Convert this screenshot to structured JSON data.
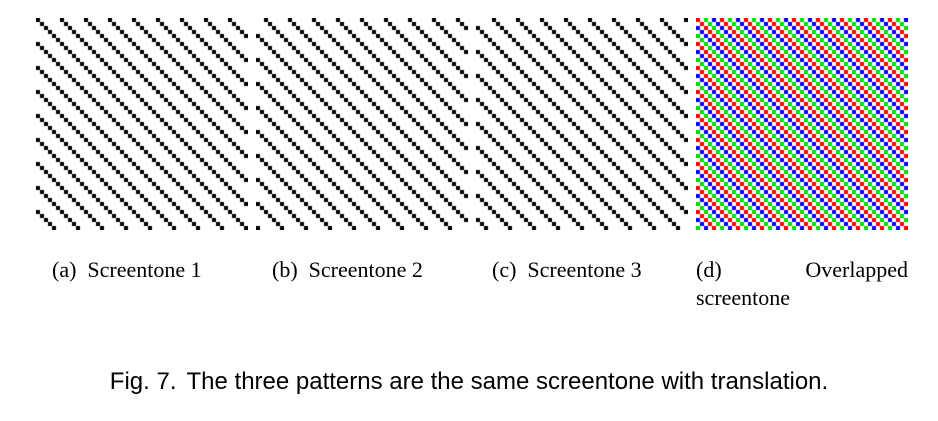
{
  "figure": {
    "panels": [
      {
        "label": "(a)",
        "name": "Screentone 1"
      },
      {
        "label": "(b)",
        "name": "Screentone 2"
      },
      {
        "label": "(c)",
        "name": "Screentone 3"
      },
      {
        "label": "(d)",
        "name_line1": "Overlapped",
        "name_line2": "screentone"
      }
    ],
    "caption": {
      "number": "Fig. 7.",
      "text": "The three patterns are the same screentone with translation."
    }
  },
  "colors": {
    "ink": "#000000",
    "overlap": [
      "#ff0000",
      "#00dd00",
      "#0000ff"
    ]
  }
}
